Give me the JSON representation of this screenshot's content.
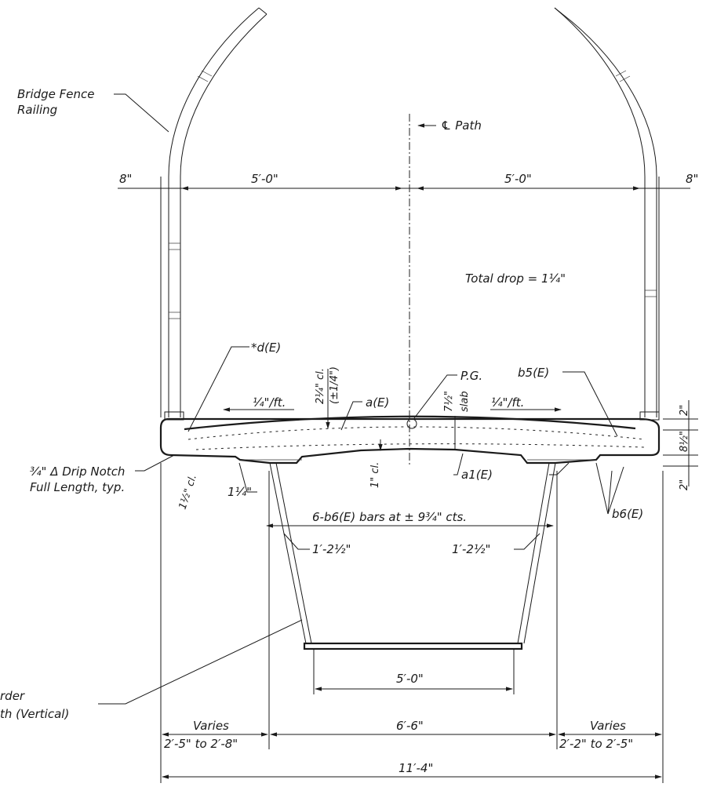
{
  "labels": {
    "bridge_fence_line1": "Bridge Fence",
    "bridge_fence_line2": "Railing",
    "path_centerline": "℄ Path",
    "dim_left_8": "8\"",
    "dim_left_5ft": "5′-0\"",
    "dim_right_5ft": "5′-0\"",
    "dim_right_8": "8\"",
    "total_drop": "Total drop = 1¼\"",
    "d_e": "*d(E)",
    "pg": "P.G.",
    "b5e": "b5(E)",
    "cl_top_line1": "2¼\" cl.",
    "cl_top_line2": "(±1/4\")",
    "slope_left": "¼\"/ft.",
    "slope_right": "¼\"/ft.",
    "a_e": "a(E)",
    "slab_line1": "7½\"",
    "slab_line2": "slab",
    "dim_2_top": "2\"",
    "dim_8half": "8½\"",
    "dim_2_bot": "2\"",
    "drip_line1": "¾\" Δ Drip Notch",
    "drip_line2": "Full Length, typ.",
    "cl_bottom": "1½\" cl.",
    "one_quarter": "1¼\"",
    "one_cl": "1\" cl.",
    "a1e": "a1(E)",
    "b6e": "b6(E)",
    "bars": "6-b6(E) bars at ± 9¾\" cts.",
    "web_left": "1′-2½\"",
    "web_right": "1′-2½\"",
    "girder_line1": "rder",
    "girder_line2": "th (Vertical)",
    "bottom_5ft": "5′-0\"",
    "varies_left": "Varies",
    "range_left": "2′-5\" to 2′-8\"",
    "dim_6ft6": "6′-6\"",
    "varies_right": "Varies",
    "range_right": "2′-2\" to 2′-5\"",
    "overall": "11′-4\""
  }
}
